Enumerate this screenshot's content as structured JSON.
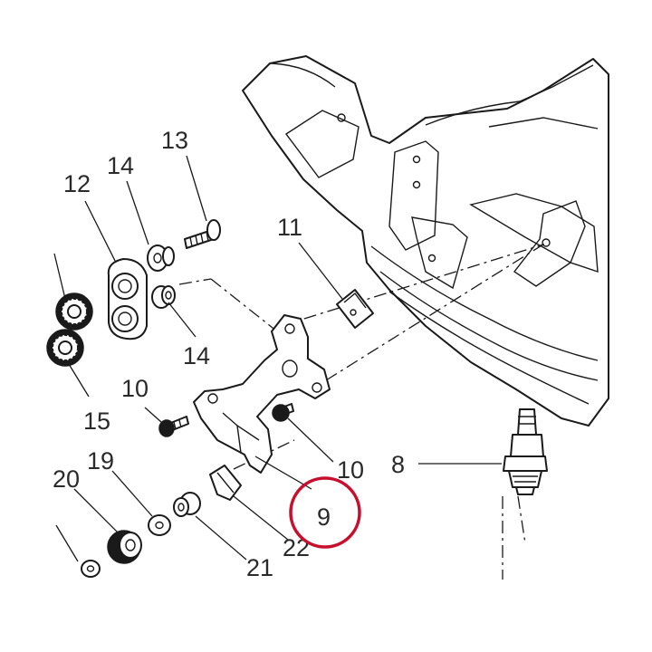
{
  "callouts": {
    "c13": "13",
    "c14a": "14",
    "c12": "12",
    "c11": "11",
    "c14b": "14",
    "c10a": "10",
    "c15": "15",
    "c10b": "10",
    "c8": "8",
    "c19": "19",
    "c20": "20",
    "c9": "9",
    "c22": "22",
    "c21": "21"
  },
  "highlight": {
    "target": "9",
    "color": "#c8102e"
  }
}
